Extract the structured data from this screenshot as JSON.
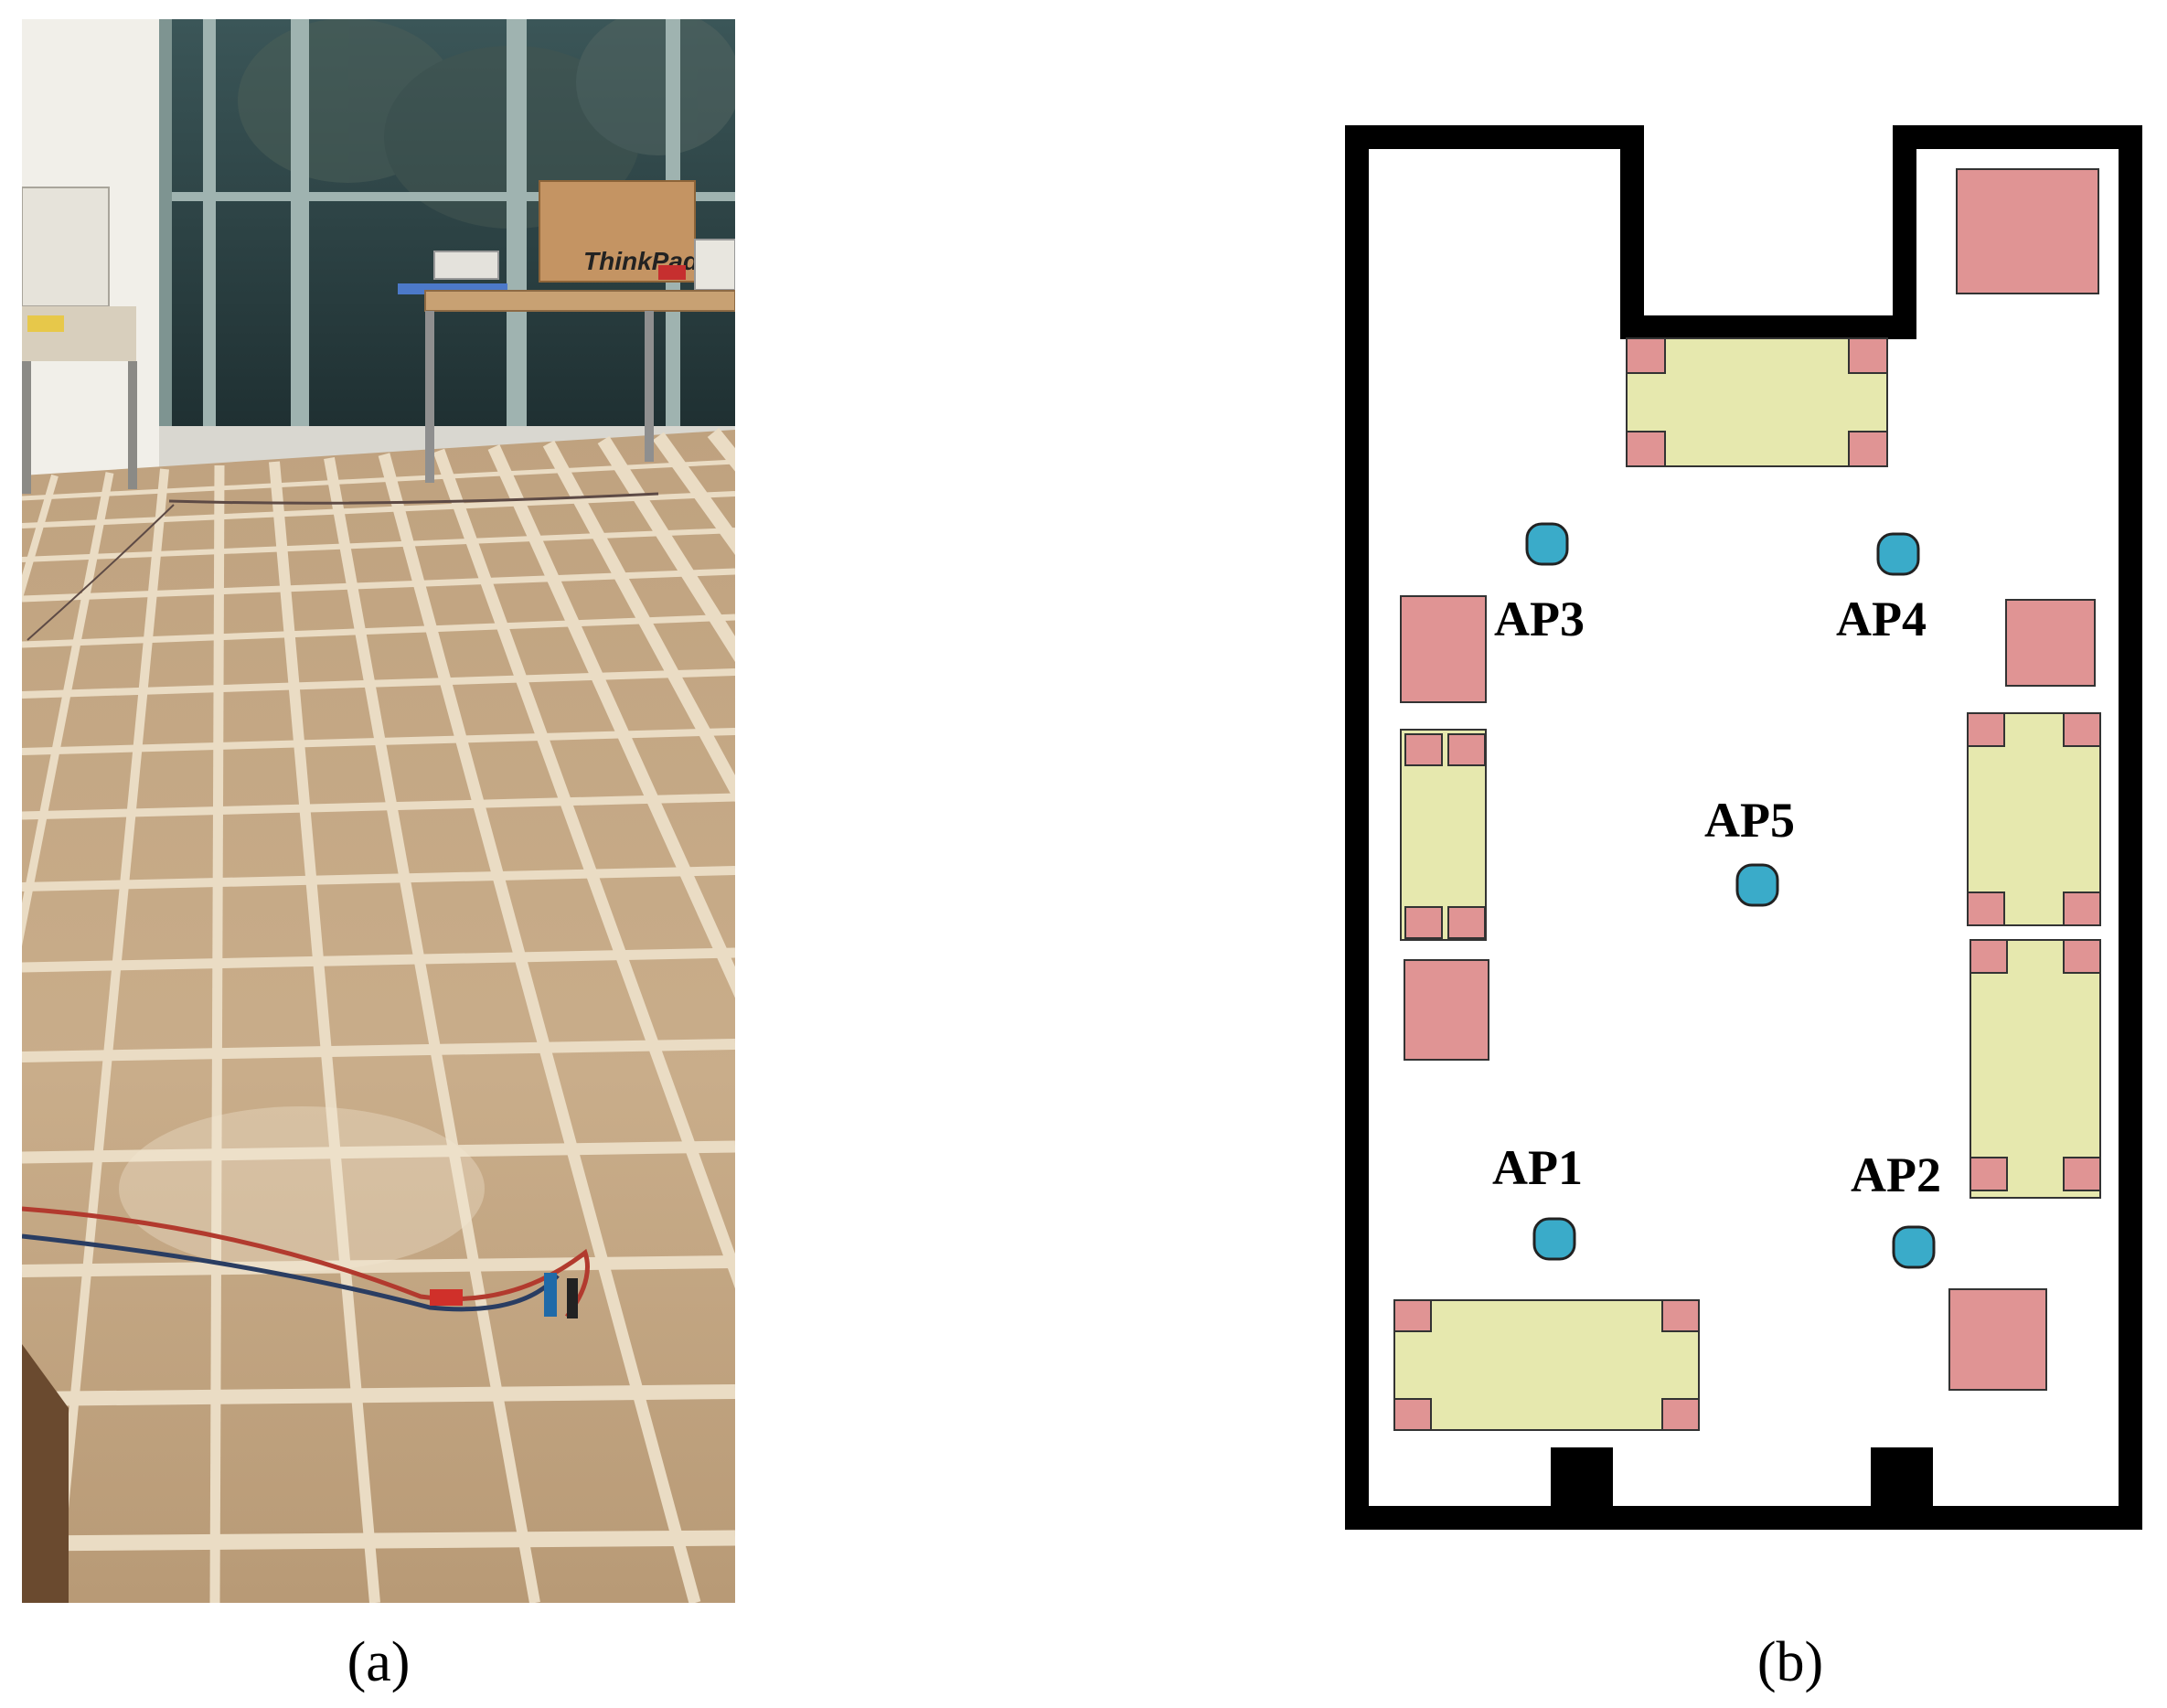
{
  "panels": [
    {
      "id": "a",
      "caption": "(a)"
    },
    {
      "id": "b",
      "caption": "(b)"
    }
  ],
  "photo_text": {
    "box_label": "ThinkPad"
  },
  "access_points": [
    {
      "label": "AP1"
    },
    {
      "label": "AP2"
    },
    {
      "label": "AP3"
    },
    {
      "label": "AP4"
    },
    {
      "label": "AP5"
    }
  ],
  "colors": {
    "wall": "#000000",
    "table": "#e6e8ae",
    "chair": "#e09494",
    "access_point": "#3aabc9",
    "floor_wood": "#c9ad8a",
    "floor_grout": "#eadcc4",
    "window_dark": "#2d4446"
  }
}
